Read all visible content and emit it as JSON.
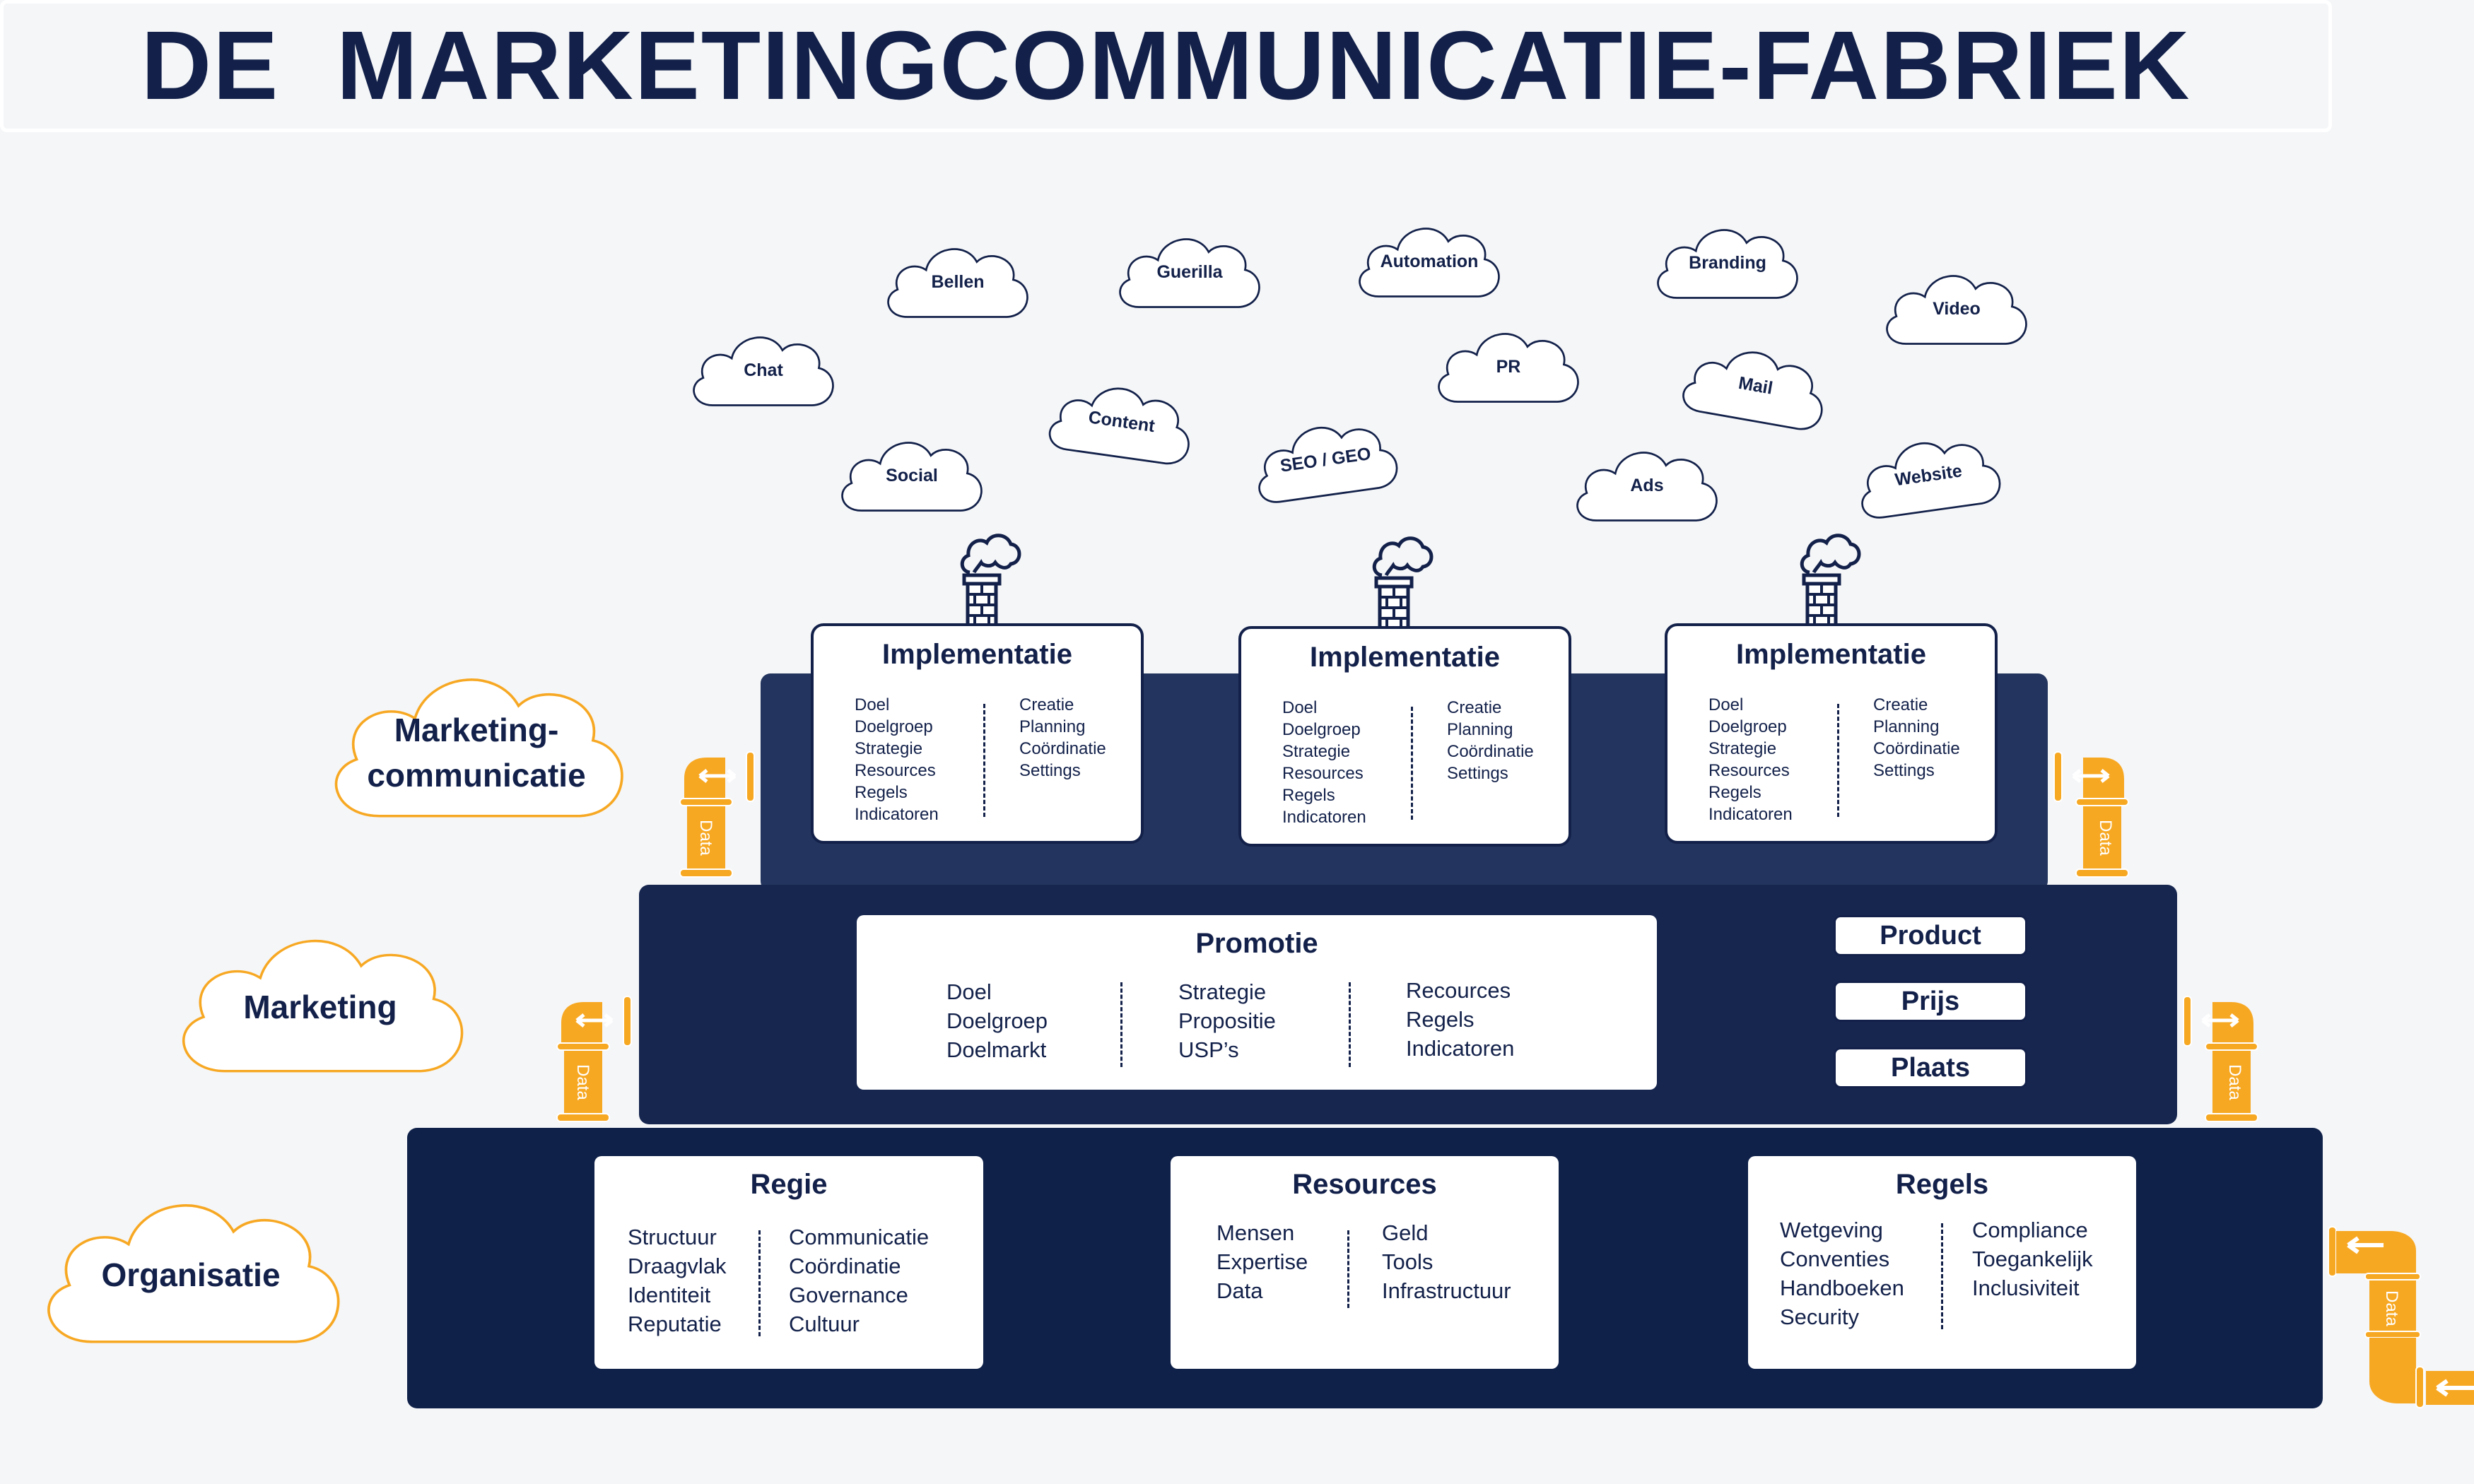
{
  "title": "DE  MARKETINGCOMMUNICATIE-FABRIEK",
  "colors": {
    "navy": "#13214a",
    "layer_top": "#23355e",
    "layer_mid": "#17264f",
    "layer_bottom": "#0f2149",
    "pipe": "#f7a823",
    "label_cloud_stroke": "#f7a823"
  },
  "channels": [
    "Bellen",
    "Guerilla",
    "Automation",
    "Branding",
    "Video",
    "Chat",
    "PR",
    "Mail",
    "Content",
    "Social",
    "SEO / GEO",
    "Ads",
    "Website"
  ],
  "labels": {
    "marketingcommunicatie": "Marketing-\ncommunicatie",
    "marketing": "Marketing",
    "organisatie": "Organisatie"
  },
  "pipe_label": "Data",
  "implementatie": [
    {
      "title": "Implementatie",
      "left": [
        "Doel",
        "Doelgroep",
        "Strategie",
        "Resources",
        "Regels",
        "Indicatoren"
      ],
      "right": [
        "Creatie",
        "Planning",
        "Coördinatie",
        "Settings"
      ]
    },
    {
      "title": "Implementatie",
      "left": [
        "Doel",
        "Doelgroep",
        "Strategie",
        "Resources",
        "Regels",
        "Indicatoren"
      ],
      "right": [
        "Creatie",
        "Planning",
        "Coördinatie",
        "Settings"
      ]
    },
    {
      "title": "Implementatie",
      "left": [
        "Doel",
        "Doelgroep",
        "Strategie",
        "Resources",
        "Regels",
        "Indicatoren"
      ],
      "right": [
        "Creatie",
        "Planning",
        "Coördinatie",
        "Settings"
      ]
    }
  ],
  "promotie": {
    "title": "Promotie",
    "cols": [
      [
        "Doel",
        "Doelgroep",
        "Doelmarkt"
      ],
      [
        "Strategie",
        "Propositie",
        "USP’s"
      ],
      [
        "Recources",
        "Regels",
        "Indicatoren"
      ]
    ]
  },
  "ps": [
    "Product",
    "Prijs",
    "Plaats"
  ],
  "organisatie": [
    {
      "title": "Regie",
      "cols": [
        [
          "Structuur",
          "Draagvlak",
          "Identiteit",
          "Reputatie"
        ],
        [
          "Communicatie",
          "Coördinatie",
          "Governance",
          "Cultuur"
        ]
      ]
    },
    {
      "title": "Resources",
      "cols": [
        [
          "Mensen",
          "Expertise",
          "Data"
        ],
        [
          "Geld",
          "Tools",
          "Infrastructuur"
        ]
      ]
    },
    {
      "title": "Regels",
      "cols": [
        [
          "Wetgeving",
          "Conventies",
          "Handboeken",
          "Security"
        ],
        [
          "Compliance",
          "Toegankelijk",
          "Inclusiviteit"
        ]
      ]
    }
  ]
}
